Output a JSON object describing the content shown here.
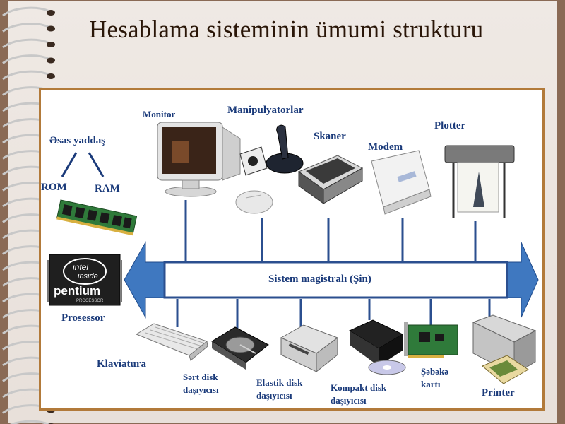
{
  "slide": {
    "title": "Hesablama sisteminin ümumi strukturu"
  },
  "diagram": {
    "bus_label": "Sistem magistralı (Şin)",
    "top_devices": [
      {
        "id": "monitor",
        "label": "Monitor"
      },
      {
        "id": "manipulators",
        "label": "Manipulyatorlar"
      },
      {
        "id": "scanner",
        "label": "Skaner"
      },
      {
        "id": "modem",
        "label": "Modem"
      },
      {
        "id": "plotter",
        "label": "Plotter"
      }
    ],
    "memory": {
      "label": "Əsas yaddaş",
      "rom": "ROM",
      "ram": "RAM"
    },
    "processor": {
      "label": "Prosessor",
      "chip_line1": "intel",
      "chip_line2": "inside",
      "chip_brand": "pentium",
      "chip_sub": "PROCESSOR"
    },
    "bottom_devices": [
      {
        "id": "keyboard",
        "label": "Klaviatura"
      },
      {
        "id": "hdd",
        "line1": "Sərt disk",
        "line2": "daşıyıcısı"
      },
      {
        "id": "fdd",
        "line1": "Elastik disk",
        "line2": "daşıyıcısı"
      },
      {
        "id": "cdrom",
        "line1": "Kompakt disk",
        "line2": "daşıyıcısı"
      },
      {
        "id": "netcard",
        "line1": "Şəbəkə",
        "line2": "kartı"
      },
      {
        "id": "printer",
        "label": "Printer"
      }
    ],
    "colors": {
      "bus_fill": "#ffffff",
      "arrow": "#3f78c0",
      "label": "#1a3a7a",
      "frame": "#b27a3a"
    }
  }
}
